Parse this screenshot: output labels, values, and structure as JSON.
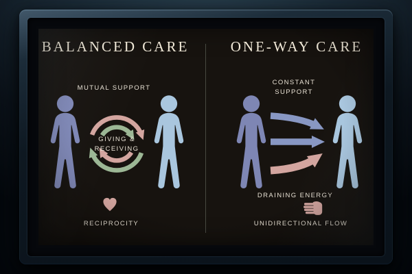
{
  "left": {
    "title": "BALANCED CARE",
    "top_label": "MUTUAL SUPPORT",
    "center_label": "GIVING & RECEIVING",
    "bottom_label": "RECIPROCITY"
  },
  "right": {
    "title": "ONE-WAY CARE",
    "top_label": "CONSTANT SUPPORT",
    "mid_label": "DRAINING ENERGY",
    "bottom_label": "UNIDIRECTIONAL FLOW"
  },
  "icons": {
    "heart": "heart-icon",
    "hand": "giving-hand-icon",
    "cycle": "circular-exchange-arrows-icon",
    "flow": "one-way-arrows-icon",
    "person_purple": "person-silhouette-purple",
    "person_blue": "person-silhouette-blue"
  },
  "colors": {
    "figure_purple": "#7e86b4",
    "figure_blue": "#a9c6de",
    "arrow_green": "#9cb795",
    "arrow_pink": "#d3a59f",
    "arrow_blue": "#8897c3",
    "title_text": "#f2ead9",
    "label_text": "#e7e0d3",
    "poster_bg": "#17130f",
    "wall_light": "#2c4250",
    "wall_dark": "#0b1118"
  }
}
